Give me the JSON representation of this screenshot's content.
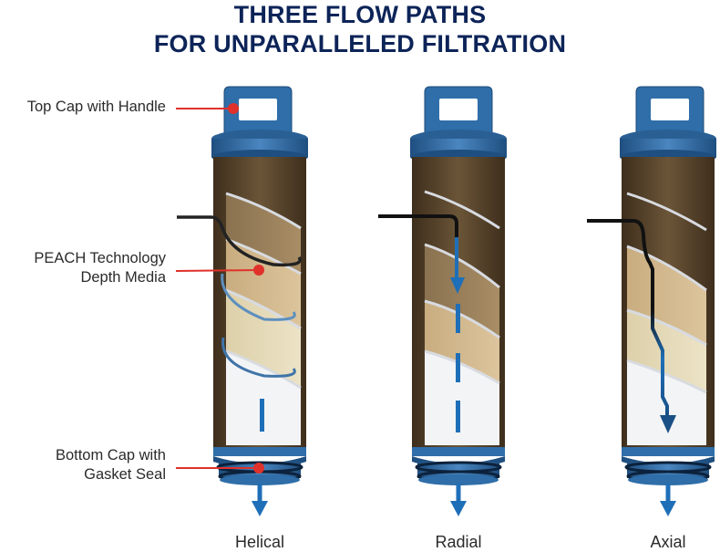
{
  "title": {
    "line1": "THREE FLOW PATHS",
    "line2": "FOR UNPARALLELED FILTRATION",
    "color": "#0d2458"
  },
  "callouts": [
    {
      "id": "top-cap",
      "line1": "Top Cap with Handle",
      "line2": ""
    },
    {
      "id": "depth-media",
      "line1": "PEACH Technology",
      "line2": "Depth Media"
    },
    {
      "id": "bottom-cap",
      "line1": "Bottom Cap with",
      "line2": "Gasket Seal"
    }
  ],
  "filters": [
    {
      "name": "Helical",
      "flow": "helical"
    },
    {
      "name": "Radial",
      "flow": "radial"
    },
    {
      "name": "Axial",
      "flow": "axial"
    }
  ],
  "colors": {
    "cap_blue": "#2f6ea8",
    "flow_blue": "#1f6fb8",
    "leader_red": "#e0312b",
    "media_dark": "#5a4630",
    "media_light": "#d8c39a"
  }
}
